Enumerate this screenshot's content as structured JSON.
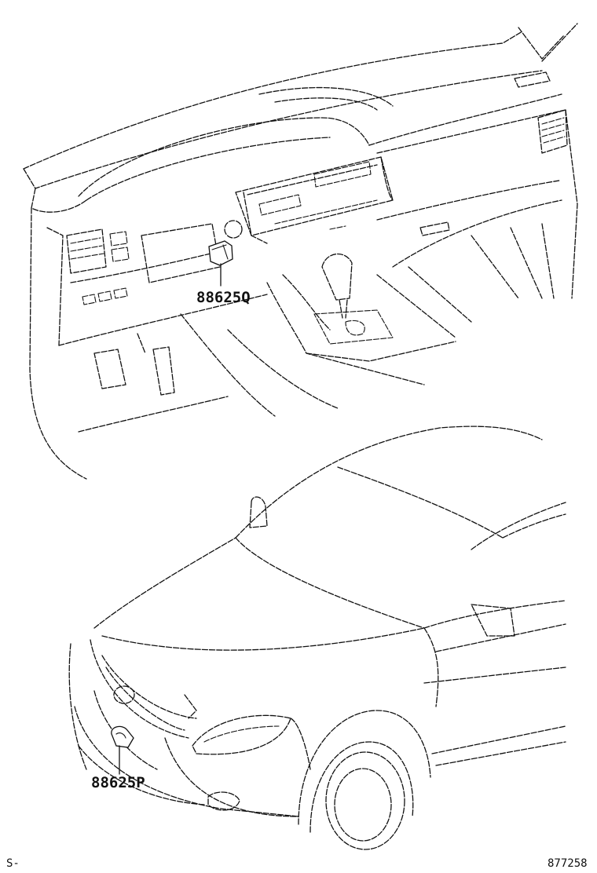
{
  "parts": {
    "upper_callout": "88625Q",
    "lower_callout": "88625P"
  },
  "footer": {
    "left_mark": "S-",
    "drawing_number": "877258"
  },
  "colors": {
    "line": "#111111",
    "background": "#ffffff"
  }
}
